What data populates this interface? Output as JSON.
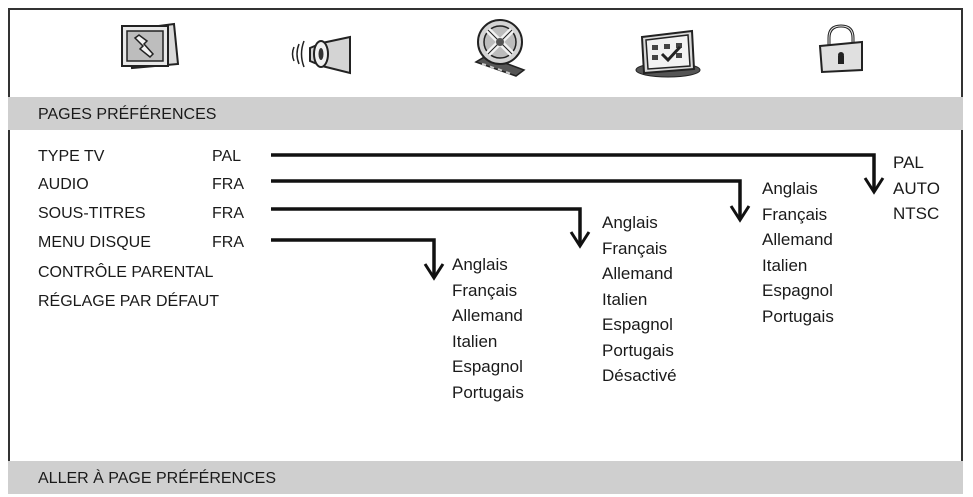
{
  "toolbar": {
    "icons": [
      "general-setup-icon",
      "audio-setup-icon",
      "video-setup-icon",
      "preferences-icon",
      "password-lock-icon"
    ]
  },
  "header": {
    "title": "PAGES PRÉFÉRENCES"
  },
  "settings": [
    {
      "label": "TYPE TV",
      "value": "PAL"
    },
    {
      "label": "AUDIO",
      "value": "FRA"
    },
    {
      "label": "SOUS-TITRES",
      "value": "FRA"
    },
    {
      "label": "MENU DISQUE",
      "value": "FRA"
    },
    {
      "label": "CONTRÔLE PARENTAL",
      "value": ""
    },
    {
      "label": "RÉGLAGE PAR DÉFAUT",
      "value": ""
    }
  ],
  "options": {
    "tv_type": [
      "PAL",
      "AUTO",
      "NTSC"
    ],
    "audio": [
      "Anglais",
      "Français",
      "Allemand",
      "Italien",
      "Espagnol",
      "Portugais"
    ],
    "subtitles": [
      "Anglais",
      "Français",
      "Allemand",
      "Italien",
      "Espagnol",
      "Portugais",
      "Désactivé"
    ],
    "disc_menu": [
      "Anglais",
      "Français",
      "Allemand",
      "Italien",
      "Espagnol",
      "Portugais"
    ]
  },
  "footer": {
    "text": "ALLER À PAGE PRÉFÉRENCES"
  }
}
